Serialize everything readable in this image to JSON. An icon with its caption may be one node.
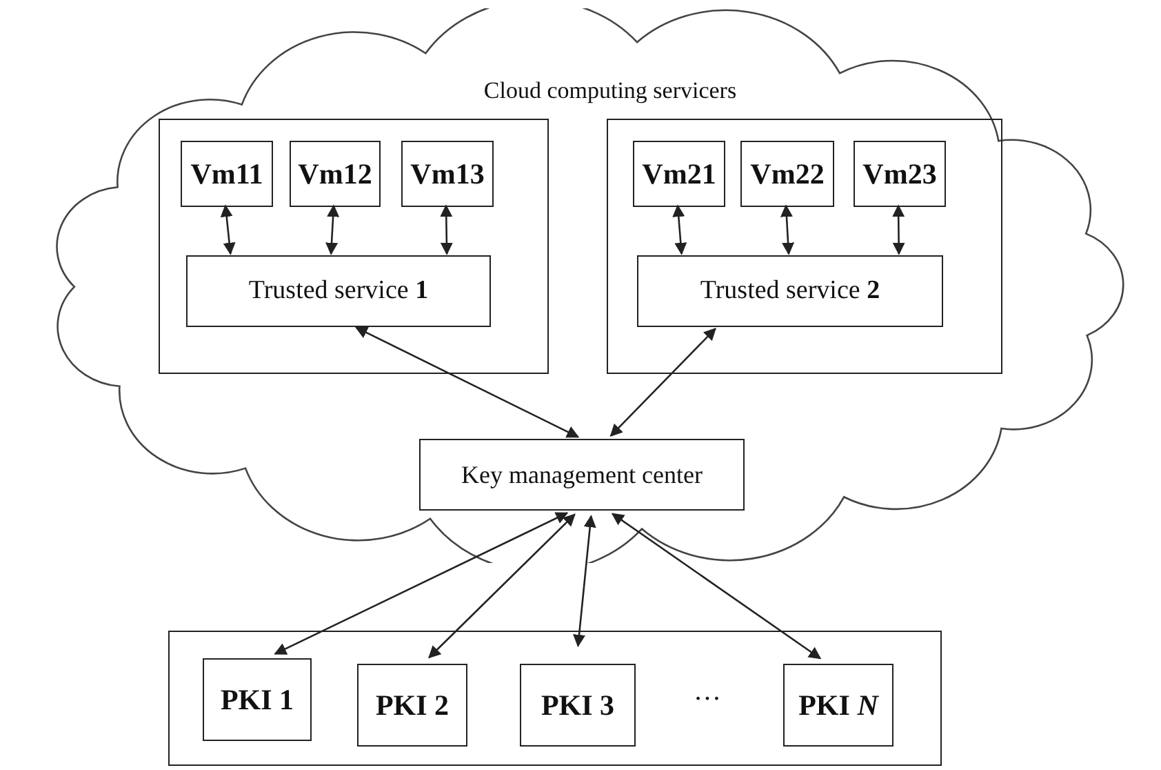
{
  "diagram": {
    "nodes": [
      {
        "text": [
          "Cloud computing servicers"
        ]
      },
      {
        "text": [],
        "shape": "box",
        "in": 0
      },
      {
        "text": [
          "Vm11"
        ],
        "in": 1
      },
      {
        "text": [
          "Vm12"
        ],
        "in": 1
      },
      {
        "text": [
          "Vm13"
        ],
        "in": 1
      },
      {
        "text": [
          "Trusted service **1**"
        ],
        "in": 1
      },
      {
        "text": [],
        "shape": "box",
        "in": 0
      },
      {
        "text": [
          "Vm21"
        ],
        "in": 6
      },
      {
        "text": [
          "Vm22"
        ],
        "in": 6
      },
      {
        "text": [
          "Vm23"
        ],
        "in": 6
      },
      {
        "text": [
          "Trusted service **2**"
        ],
        "in": 6
      },
      {
        "text": [
          "Key management center"
        ],
        "in": 0
      },
      {
        "text": [],
        "shape": "box"
      },
      {
        "text": [
          "PKI 1"
        ],
        "in": 12
      },
      {
        "text": [
          "PKI 2"
        ],
        "in": 12
      },
      {
        "text": [
          "PKI 3"
        ],
        "in": 12
      },
      {
        "text": [
          "PKI *N*"
        ],
        "in": 12
      }
    ],
    "edges": [
      {
        "from": 2,
        "to": 5,
        "arrow": "both"
      },
      {
        "from": 3,
        "to": 5,
        "arrow": "both"
      },
      {
        "from": 4,
        "to": 5,
        "arrow": "both"
      },
      {
        "from": 7,
        "to": 10,
        "arrow": "both"
      },
      {
        "from": 8,
        "to": 10,
        "arrow": "both"
      },
      {
        "from": 9,
        "to": 10,
        "arrow": "both"
      },
      {
        "from": 5,
        "to": 11,
        "arrow": "both"
      },
      {
        "from": 10,
        "to": 11,
        "arrow": "both"
      },
      {
        "from": 11,
        "to": 13,
        "arrow": "both"
      },
      {
        "from": 11,
        "to": 14,
        "arrow": "both"
      },
      {
        "from": 11,
        "to": 15,
        "arrow": "both"
      },
      {
        "from": 11,
        "to": 16,
        "arrow": "both"
      }
    ],
    "labels": [
      "…"
    ]
  }
}
